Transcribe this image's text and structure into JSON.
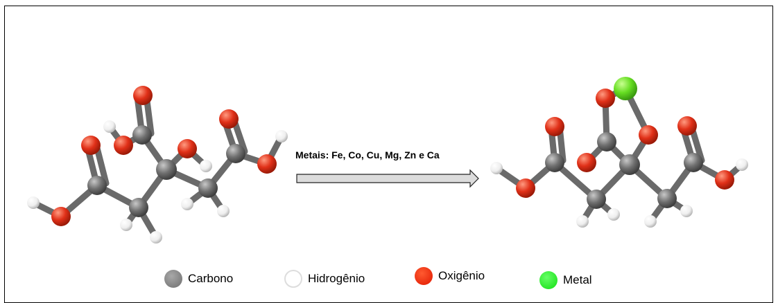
{
  "reaction": {
    "label": "Metais: Fe, Co, Cu, Mg, Zn e Ca"
  },
  "legend": [
    {
      "label": "Carbono",
      "color": "#808080",
      "icon": "carbon-atom-icon"
    },
    {
      "label": "Hidrogênio",
      "color": "#ffffff",
      "icon": "hydrogen-atom-icon"
    },
    {
      "label": "Oxigênio",
      "color": "#ff2200",
      "icon": "oxygen-atom-icon"
    },
    {
      "label": "Metal",
      "color": "#22ee22",
      "icon": "metal-atom-icon"
    }
  ],
  "colors": {
    "carbon": "#707070",
    "hydrogen": "#f2f2f2",
    "oxygen": "#e03018",
    "metal": "#66dd22",
    "bond": "#6a6a6a"
  }
}
